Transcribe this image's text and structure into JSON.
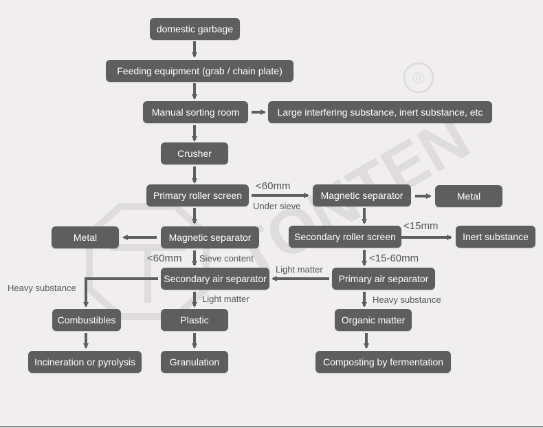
{
  "nodes": {
    "domestic_garbage": "domestic garbage",
    "feeding_equipment": "Feeding equipment (grab / chain plate)",
    "manual_sorting": "Manual sorting room",
    "large_interfering": "Large interfering substance, inert substance, etc",
    "crusher": "Crusher",
    "primary_roller": "Primary roller screen",
    "magnetic_right": "Magnetic separator",
    "metal_right": "Metal",
    "metal_left": "Metal",
    "magnetic_left": "Magnetic separator",
    "secondary_roller": "Secondary roller screen",
    "inert": "Inert substance",
    "secondary_air": "Secondary air separator",
    "primary_air": "Primary air separator",
    "combustibles": "Combustibles",
    "plastic": "Plastic",
    "organic": "Organic matter",
    "incineration": "Incineration or pyrolysis",
    "granulation": "Granulation",
    "composting": "Composting by fermentation"
  },
  "labels": {
    "lt60_top": "<60mm",
    "under_sieve": "Under sieve",
    "lt15": "<15mm",
    "lt60_left": "<60mm",
    "sieve_content": "Sieve content",
    "range_15_60": "<15-60mm",
    "light_matter_right": "Light matter",
    "heavy_substance_left": "Heavy substance",
    "light_matter_mid": "Light matter",
    "heavy_substance_right": "Heavy substance"
  },
  "watermark": {
    "text": "TONTEN",
    "registered": "®"
  },
  "colors": {
    "node_fill": "#5e5e5e",
    "node_text": "#ffffff",
    "arrow": "#5e5e5e",
    "background": "#f0eeee",
    "watermark": "#dedcdc"
  }
}
